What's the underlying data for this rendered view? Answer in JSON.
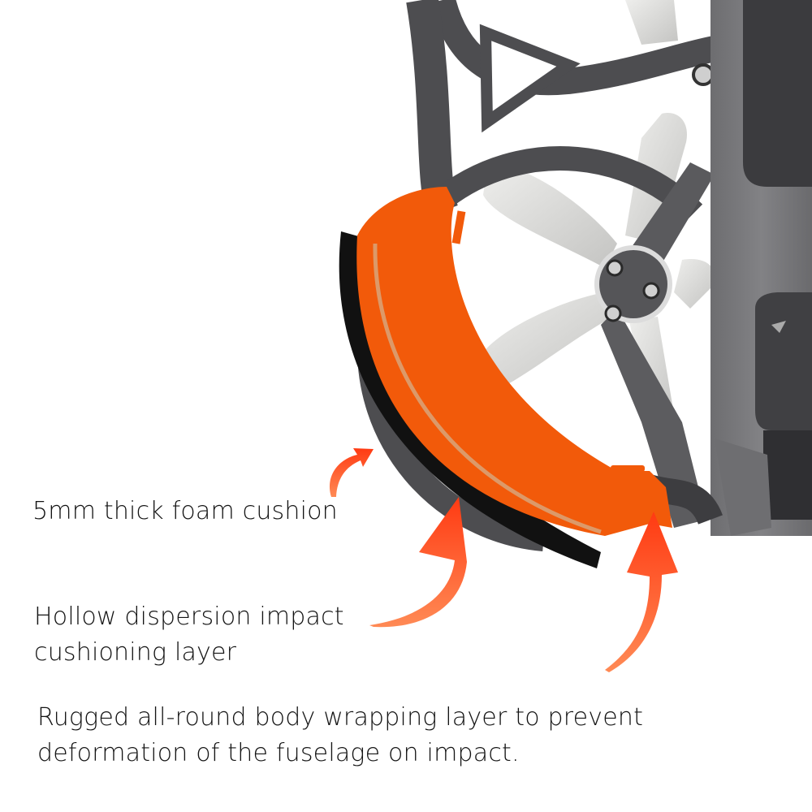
{
  "labels": {
    "foam_cushion": "5mm thick foam cushion",
    "hollow_layer": {
      "line1": "Hollow dispersion impact",
      "line2": "cushioning layer"
    },
    "rugged_layer": {
      "line1": "Rugged all-round body wrapping layer to prevent",
      "line2": "deformation of the fuselage on impact."
    }
  },
  "colors": {
    "background": "#ffffff",
    "bumper_orange": "#f25a0a",
    "arrow_orange": "#ff4a1c",
    "foam_black": "#111111",
    "frame_gray": "#4a4a4c",
    "body_gray": "#77777a",
    "propeller_gray": "#d8d8d6",
    "text": "#141414"
  },
  "illustration": {
    "subject": "drone propeller guard with orange bumper and black foam strip",
    "arrows": [
      "foam-cushion-arrow",
      "hollow-layer-arrow",
      "rugged-layer-arrow"
    ]
  }
}
